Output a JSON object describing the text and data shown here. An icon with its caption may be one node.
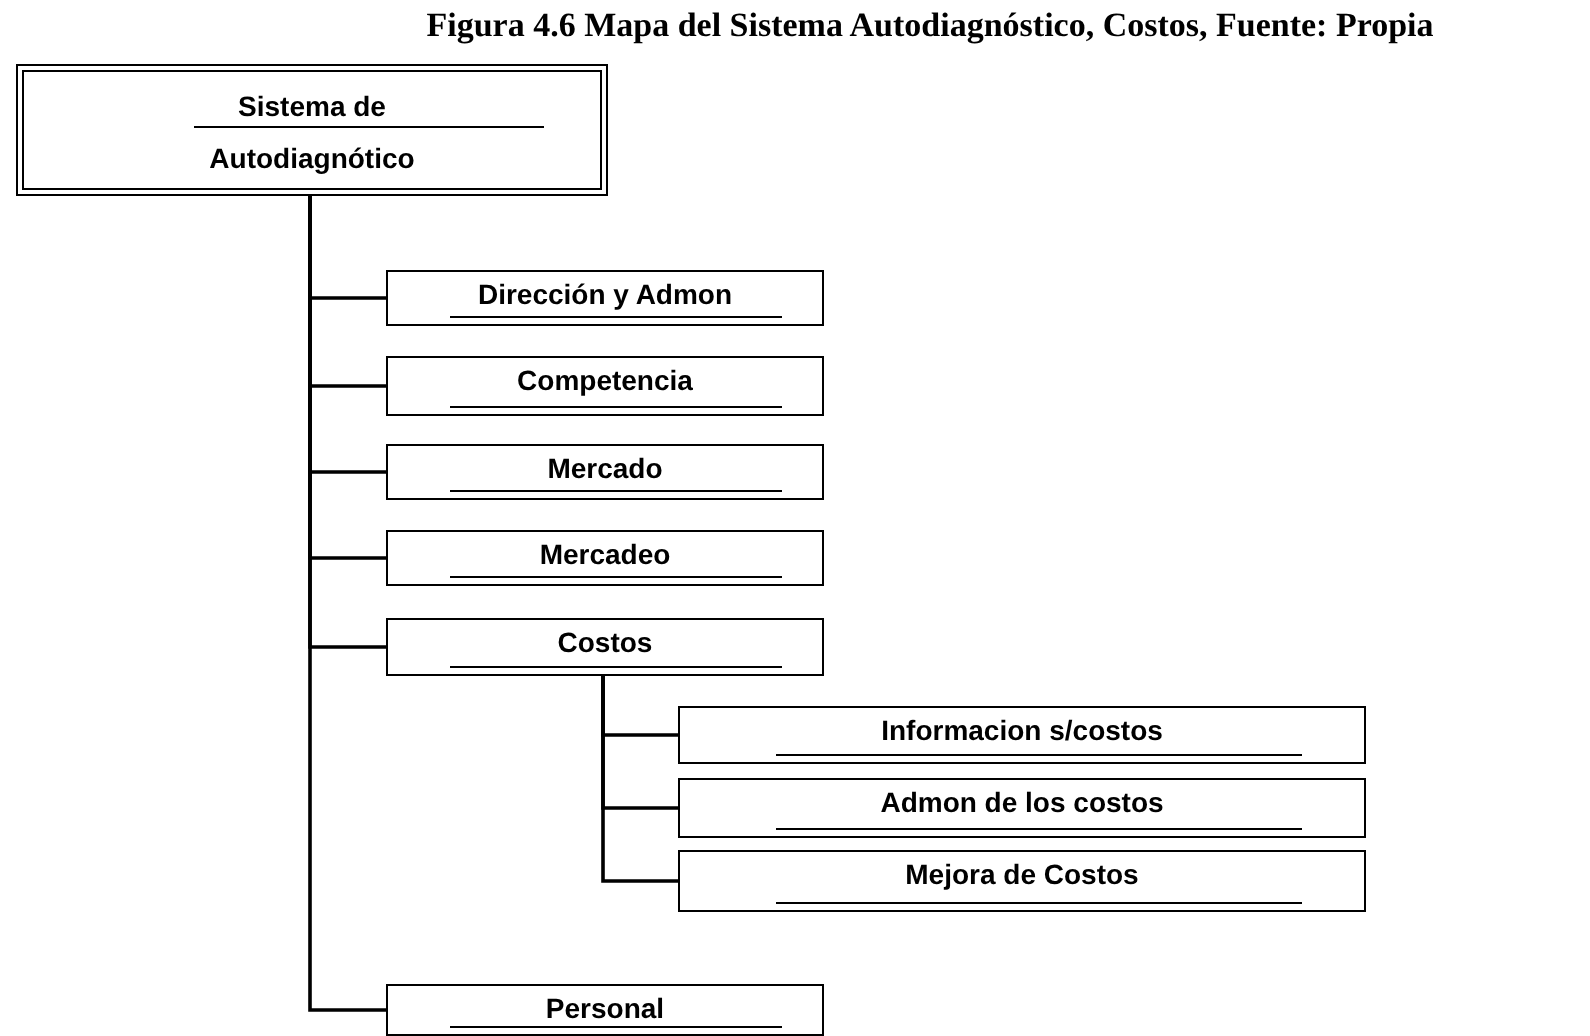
{
  "diagram": {
    "title": "Figura 4.6 Mapa del Sistema Autodiagnóstico, Costos, Fuente: Propia",
    "nodes": [
      {
        "text": [
          "Sistema de Autodiagnótico"
        ]
      },
      {
        "text": [
          "Dirección y Admon"
        ]
      },
      {
        "text": [
          "Competencia"
        ]
      },
      {
        "text": [
          "Mercado"
        ]
      },
      {
        "text": [
          "Mercadeo"
        ]
      },
      {
        "text": [
          "Costos"
        ]
      },
      {
        "text": [
          "Informacion s/costos"
        ]
      },
      {
        "text": [
          "Admon de los costos"
        ]
      },
      {
        "text": [
          "Mejora de Costos"
        ]
      },
      {
        "text": [
          "Personal"
        ]
      }
    ],
    "edges": [
      {
        "from": 0,
        "to": 1,
        "arrow": "none"
      },
      {
        "from": 0,
        "to": 2,
        "arrow": "none"
      },
      {
        "from": 0,
        "to": 3,
        "arrow": "none"
      },
      {
        "from": 0,
        "to": 4,
        "arrow": "none"
      },
      {
        "from": 0,
        "to": 5,
        "arrow": "none"
      },
      {
        "from": 5,
        "to": 6,
        "arrow": "none"
      },
      {
        "from": 5,
        "to": 7,
        "arrow": "none"
      },
      {
        "from": 5,
        "to": 8,
        "arrow": "none"
      },
      {
        "from": 0,
        "to": 9,
        "arrow": "none"
      }
    ]
  }
}
